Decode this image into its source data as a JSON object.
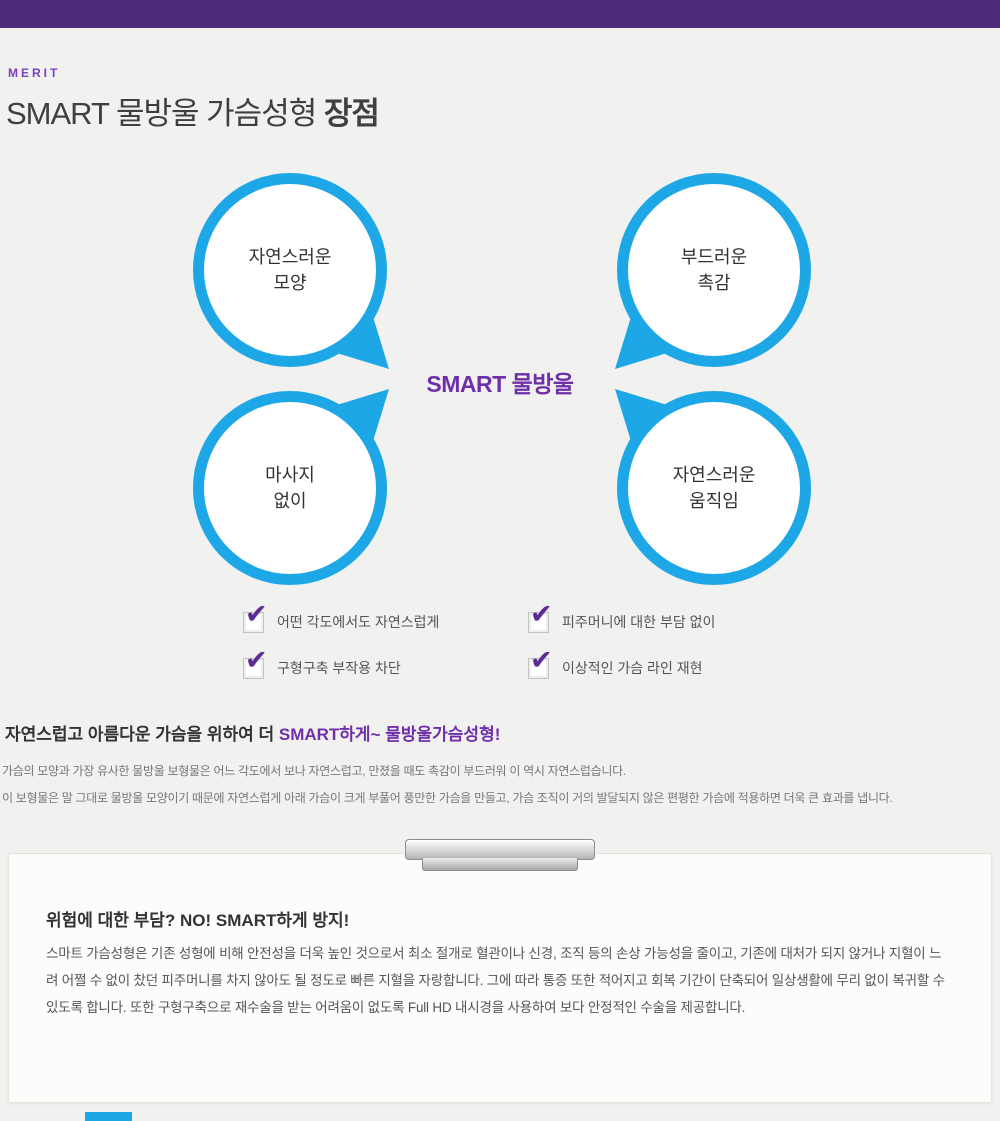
{
  "colors": {
    "top_bar_purple": "#4e2a78",
    "accent_purple": "#6f2fa8",
    "check_purple": "#5b2d91",
    "bubble_blue": "#1ea7e6"
  },
  "header": {
    "eyebrow": "MERIT",
    "title_normal": "SMART 물방울 가슴성형 ",
    "title_bold": "장점"
  },
  "diagram": {
    "center_label": "SMART 물방울",
    "bubbles": [
      {
        "line1": "자연스러운",
        "line2": "모양"
      },
      {
        "line1": "부드러운",
        "line2": "촉감"
      },
      {
        "line1": "마사지",
        "line2": "없이"
      },
      {
        "line1": "자연스러운",
        "line2": "움직임"
      }
    ]
  },
  "checklist": {
    "check_glyph": "✔",
    "items": [
      {
        "text": "어떤 각도에서도 자연스럽게"
      },
      {
        "text": "구형구축 부작용 차단"
      },
      {
        "text": "피주머니에 대한 부담 없이"
      },
      {
        "text": "이상적인 가슴 라인 재현"
      }
    ]
  },
  "intro": {
    "heading_dark": "자연스럽고 아름다운 가슴을 위하여 더 ",
    "heading_purple": "SMART하게~ 물방울가슴성형!",
    "para1": "가슴의 모양과 가장 유사한 물방울 보형물은 어느 각도에서 보나 자연스럽고, 만졌을 때도 촉감이 부드러워 이 역시 자연스럽습니다.",
    "para2": "이 보형물은 말 그대로 물방울 모양이기 때문에 자연스럽게 아래 가슴이 크게 부풀어 풍만한 가슴을 만들고, 가슴 조직이 거의 발달되지 않은 편평한 가슴에 적용하면 더욱 큰 효과를 냅니다."
  },
  "panel": {
    "heading": "위험에 대한 부담? NO! SMART하게 방지!",
    "body": "스마트 가슴성형은 기존 성형에 비해 안전성을 더욱 높인 것으로서 최소 절개로 혈관이나 신경, 조직 등의 손상 가능성을 줄이고, 기존에 대처가 되지 않거나 지혈이 느려 어쩔 수 없이 찼던 피주머니를 차지 않아도 될 정도로 빠른 지혈을 자랑합니다. 그에 따라 통증 또한 적어지고 회복 기간이 단축되어 일상생활에 무리 없이 복귀할 수 있도록 합니다. 또한 구형구축으로 재수술을 받는 어려움이 없도록 Full HD 내시경을 사용하여 보다 안정적인 수술을 제공합니다."
  }
}
